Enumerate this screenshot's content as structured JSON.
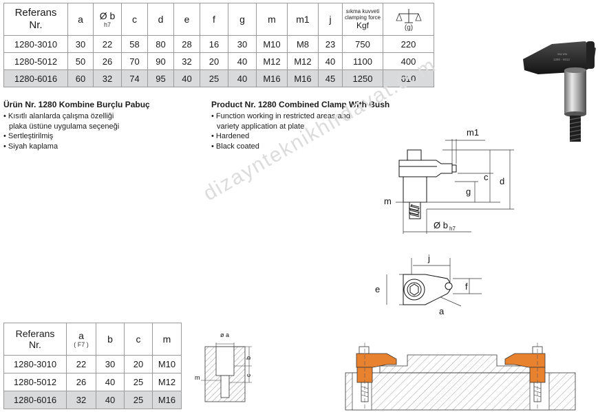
{
  "table1": {
    "headers": [
      {
        "top": "Referans",
        "bottom": "Nr."
      },
      {
        "top": "a",
        "bottom": ""
      },
      {
        "top": "Ø b",
        "bottom": "h7"
      },
      {
        "top": "c",
        "bottom": ""
      },
      {
        "top": "d",
        "bottom": ""
      },
      {
        "top": "e",
        "bottom": ""
      },
      {
        "top": "f",
        "bottom": ""
      },
      {
        "top": "g",
        "bottom": ""
      },
      {
        "top": "m",
        "bottom": ""
      },
      {
        "top": "m1",
        "bottom": ""
      },
      {
        "top": "j",
        "bottom": ""
      },
      {
        "top": "sıkma kuvveti",
        "mid": "clamping force",
        "bottom": "Kgf"
      },
      {
        "top": "",
        "bottom": "(g)"
      }
    ],
    "rows": [
      [
        "1280-3010",
        "30",
        "22",
        "58",
        "80",
        "28",
        "16",
        "30",
        "M10",
        "M8",
        "23",
        "750",
        "220"
      ],
      [
        "1280-5012",
        "50",
        "26",
        "70",
        "90",
        "32",
        "20",
        "40",
        "M12",
        "M12",
        "40",
        "1100",
        "400"
      ],
      [
        "1280-6016",
        "60",
        "32",
        "74",
        "95",
        "40",
        "25",
        "40",
        "M16",
        "M16",
        "45",
        "1250",
        "610"
      ]
    ]
  },
  "product_tr": {
    "title": "Ürün Nr. 1280 Kombine Burçlu Pabuç",
    "bullets": [
      "• Kısıtlı alanlarda çalışma özelliği",
      "plaka üstüne uygulama seçeneği",
      "• Sertleştirilmiş",
      "• Siyah kaplama"
    ]
  },
  "product_en": {
    "title": "Product Nr. 1280 Combined Clamp With Bush",
    "bullets": [
      "• Function working in restricted areas and",
      "variety application at plate",
      "• Hardened",
      "• Black coated"
    ]
  },
  "watermark": "dizaynteknikhirdavat.com",
  "side_labels": {
    "m1": "m1",
    "c": "c",
    "d": "d",
    "g": "g",
    "m": "m",
    "b": "Ø b",
    "b_sub": "h7",
    "j": "j",
    "e": "e",
    "f": "f",
    "a": "a"
  },
  "bush_labels": {
    "a": "ø a",
    "b": "b",
    "c": "c",
    "m": "m"
  },
  "product_markings": {
    "line1": "ww ww",
    "line2": "1280 - 5012"
  },
  "table2": {
    "headers": [
      {
        "top": "Referans",
        "bottom": "Nr."
      },
      {
        "top": "a",
        "bottom": "( F7 )"
      },
      {
        "top": "b",
        "bottom": ""
      },
      {
        "top": "c",
        "bottom": ""
      },
      {
        "top": "m",
        "bottom": ""
      }
    ],
    "rows": [
      [
        "1280-3010",
        "22",
        "30",
        "20",
        "M10"
      ],
      [
        "1280-5012",
        "26",
        "40",
        "25",
        "M12"
      ],
      [
        "1280-6016",
        "32",
        "40",
        "25",
        "M16"
      ]
    ]
  },
  "colors": {
    "accent": "#e8822e",
    "shade": "#d9dadc"
  }
}
